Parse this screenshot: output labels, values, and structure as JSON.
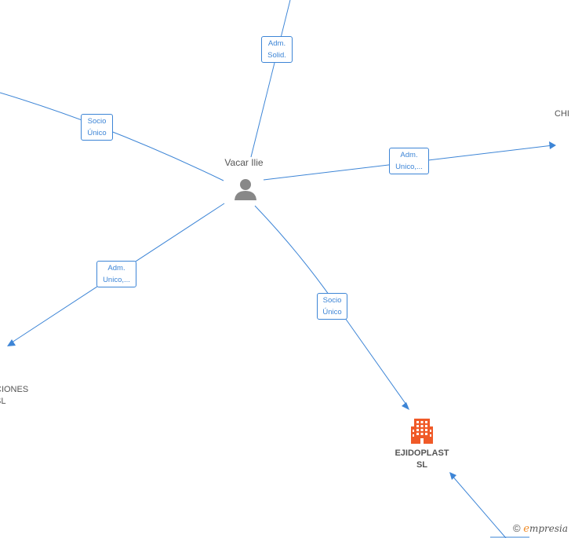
{
  "center": {
    "name": "Vacar Ilie"
  },
  "company": {
    "name": "EJIDOPLAST\nSL"
  },
  "partial_labels": {
    "right": "CHI",
    "bottom_left": "CIONES\nSL"
  },
  "edges": [
    {
      "label": "Adm.\nSolid."
    },
    {
      "label": "Socio\nÚnico"
    },
    {
      "label": "Adm.\nUnico,..."
    },
    {
      "label": "Adm.\nUnico,..."
    },
    {
      "label": "Socio\nÚnico"
    }
  ],
  "watermark": {
    "symbol": "©",
    "brand_first": "e",
    "brand_rest": "mpresia"
  },
  "colors": {
    "edge": "#3d85d6",
    "company": "#f05a28",
    "person": "#888888"
  }
}
